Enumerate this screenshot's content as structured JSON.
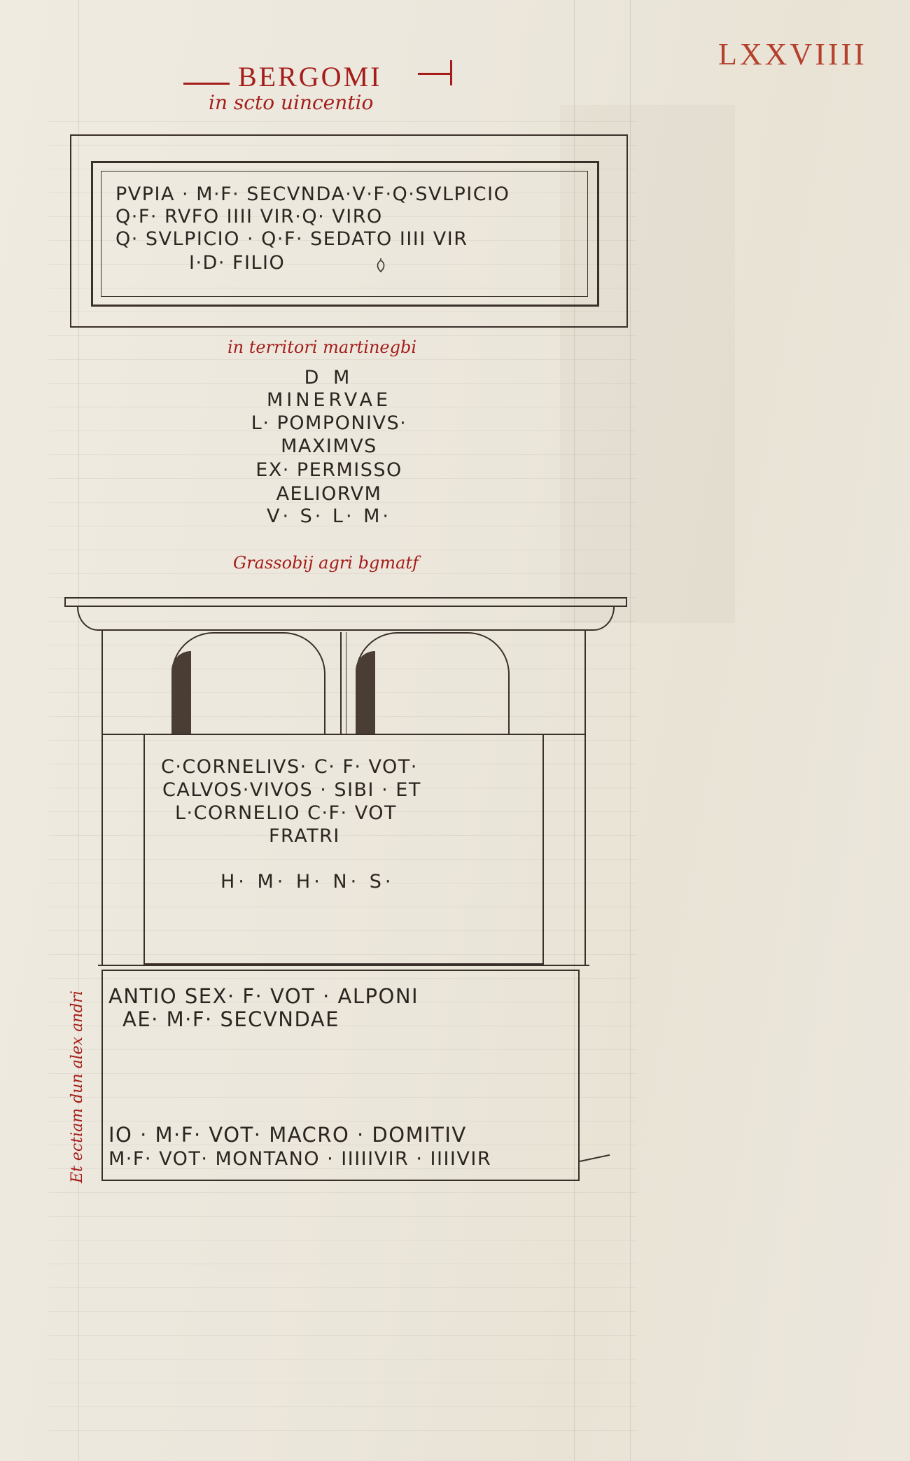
{
  "folio": "LXXVIIII",
  "heading": {
    "title": "BERGOMI",
    "subtitle": "in scto uincentio"
  },
  "inscription_1": {
    "lines": [
      "PVPIA · M·F· SECVNDA·V·F·Q·SVLPICIO",
      "Q·F· RVFO IIII VIR·Q· VIRO",
      "Q· SVLPICIO · Q·F· SEDATO IIII VIR",
      "I·D·   FILIO"
    ]
  },
  "rubric_2": "in territori martinegbi",
  "inscription_2": {
    "lines": [
      "D      M",
      "MINERVAE",
      "L· POMPONIVS·",
      "MAXIMVS",
      "EX· PERMISSO",
      "AELIORVM",
      "V· S· L· M·"
    ]
  },
  "rubric_3": "Grassobij agri bgmatf",
  "inscription_3": {
    "lines": [
      "C·CORNELIVS· C· F·     VOT·",
      "CALVOS·VIVOS ·  SIBI · ET",
      "L·CORNELIO  C·F·     VOT",
      "FRATRI"
    ],
    "footer": "H· M· H· N· S·"
  },
  "inscription_4": {
    "top_lines": [
      "ANTIO  SEX· F·  VOT ·  ALPONI",
      "AE· M·F· SECVNDAE"
    ],
    "bottom_lines": [
      "IO · M·F· VOT· MACRO · DOMITIV",
      "M·F· VOT· MONTANO · IIIIIVIR · IIIIVIR"
    ]
  },
  "margin_note": "Et ectiam dun alex andri",
  "colors": {
    "rubric": "#a41d1a",
    "ink": "#2a2420",
    "parchment": "#ece7dc"
  }
}
